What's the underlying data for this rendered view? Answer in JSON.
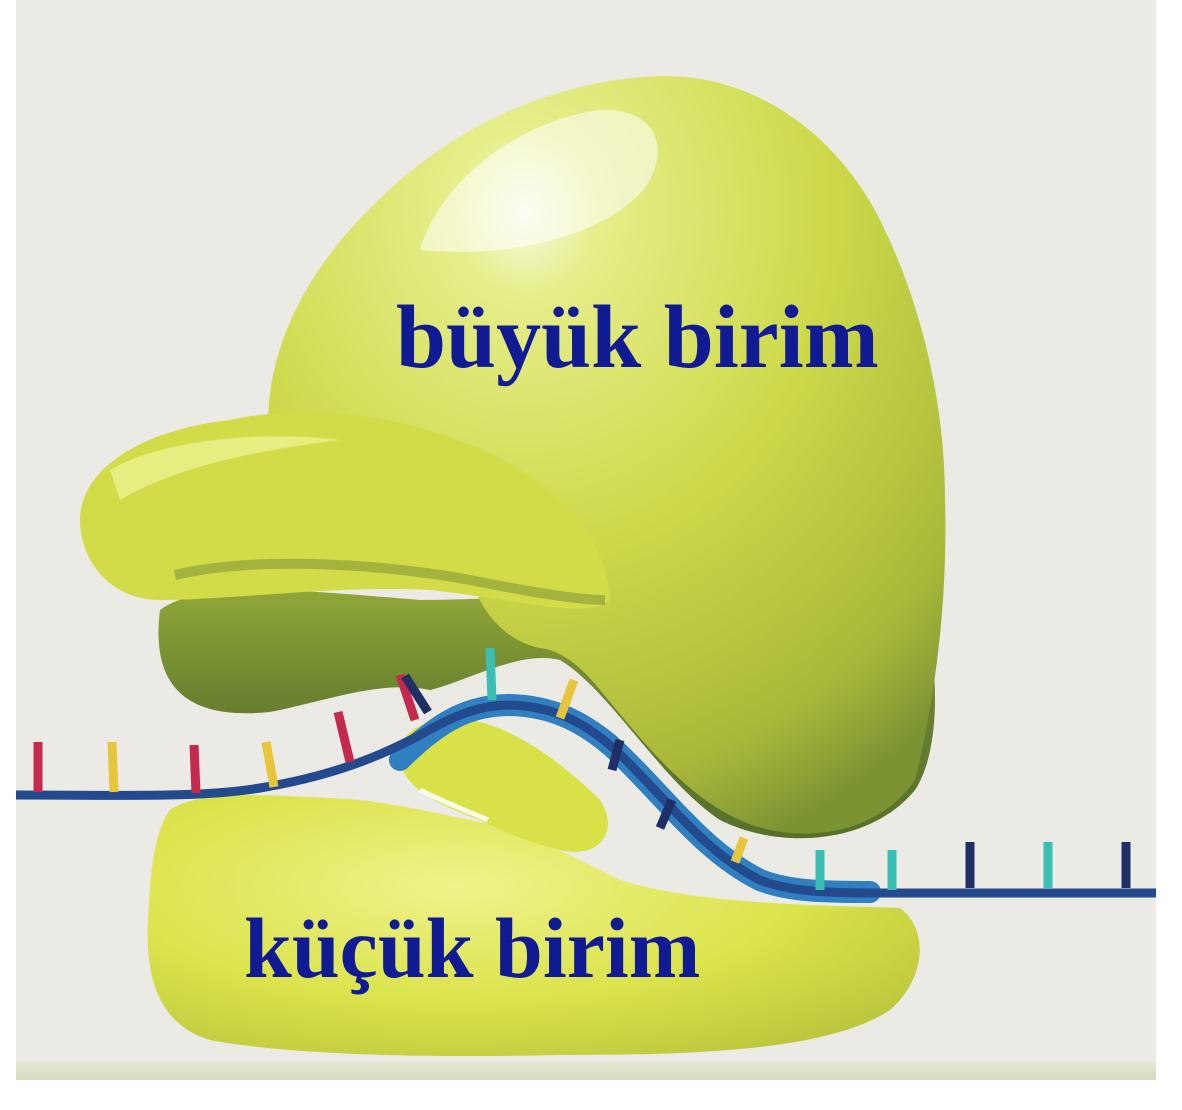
{
  "diagram": {
    "labels": {
      "large_subunit": "büyük birim",
      "small_subunit": "küçük birim"
    },
    "colors": {
      "background": "#eceae4",
      "subunit": "#d6e04a",
      "subunit_shadow": "#5f7a2c",
      "mrna_backbone": "#234a8c",
      "mrna_channel": "#2f7fc1",
      "label_text": "#0f1a93"
    },
    "mrna_tick_colors": [
      "red",
      "yellow",
      "red",
      "yellow",
      "red",
      "red",
      "navy",
      "teal",
      "yellow",
      "navy",
      "navy",
      "yellow",
      "teal",
      "teal",
      "navy",
      "teal",
      "navy"
    ],
    "tick_palette": {
      "red": "#c42a4e",
      "yellow": "#e7c63e",
      "navy": "#1f2f66",
      "teal": "#3bbfb3"
    }
  }
}
